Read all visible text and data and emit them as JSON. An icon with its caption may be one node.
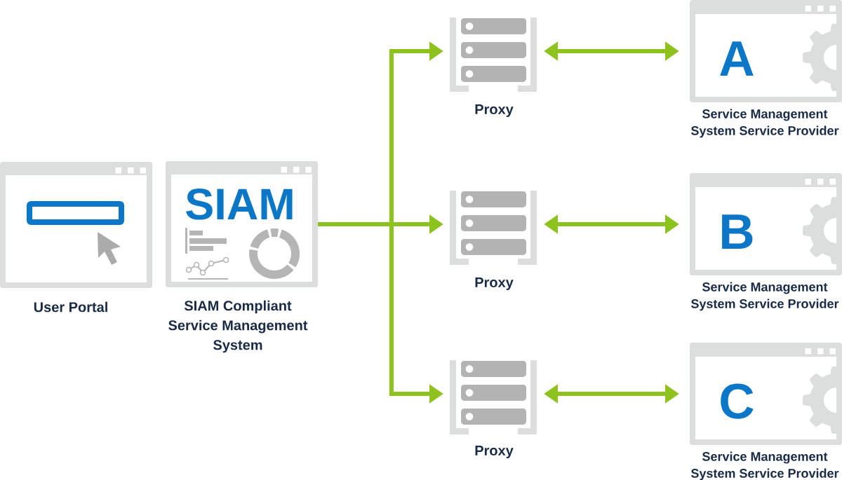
{
  "diagram": {
    "nodes": [
      {
        "text": [
          "User Portal"
        ]
      },
      {
        "text": [
          "SIAM",
          "SIAM Compliant Service Management System"
        ]
      },
      {
        "text": [
          "Proxy"
        ]
      },
      {
        "text": [
          "A",
          "Service Management System Service Provider"
        ]
      },
      {
        "text": [
          "Proxy"
        ]
      },
      {
        "text": [
          "B",
          "Service Management System Service Provider"
        ]
      },
      {
        "text": [
          "Proxy"
        ]
      },
      {
        "text": [
          "C",
          "Service Management System Service Provider"
        ]
      }
    ],
    "edges": [
      {
        "from": 1,
        "to": 2,
        "arrow": "to"
      },
      {
        "from": 1,
        "to": 4,
        "arrow": "to"
      },
      {
        "from": 1,
        "to": 6,
        "arrow": "to"
      },
      {
        "from": 2,
        "to": 3,
        "arrow": "both"
      },
      {
        "from": 4,
        "to": 5,
        "arrow": "both"
      },
      {
        "from": 6,
        "to": 7,
        "arrow": "both"
      }
    ]
  }
}
